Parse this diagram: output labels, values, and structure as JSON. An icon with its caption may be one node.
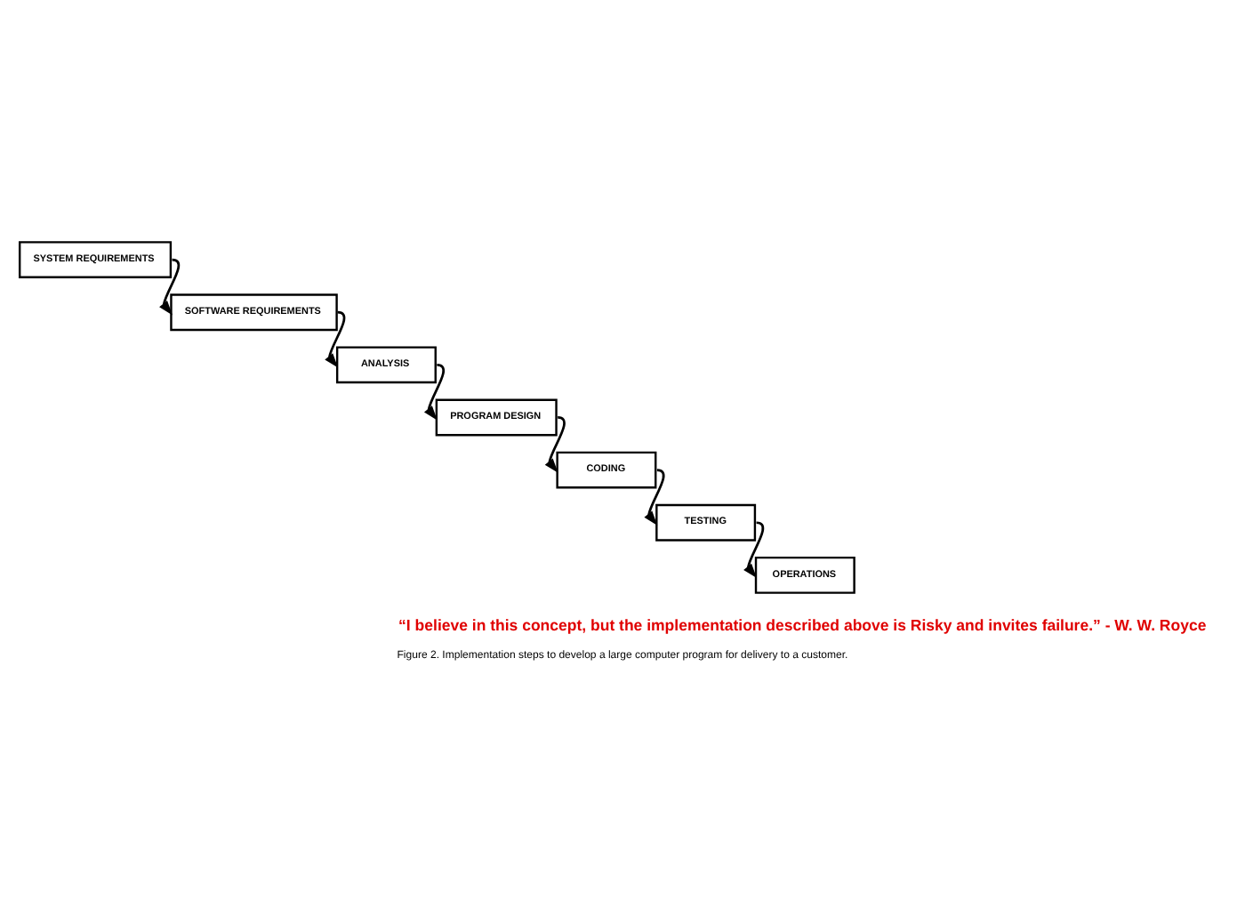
{
  "diagram": {
    "caption": "Figure 2. Implementation steps to develop a large computer program for delivery to a customer.",
    "nodes": [
      {
        "text": [
          "SYSTEM REQUIREMENTS"
        ]
      },
      {
        "text": [
          "SOFTWARE REQUIREMENTS"
        ]
      },
      {
        "text": [
          "ANALYSIS"
        ]
      },
      {
        "text": [
          "PROGRAM DESIGN"
        ]
      },
      {
        "text": [
          "CODING"
        ]
      },
      {
        "text": [
          "TESTING"
        ]
      },
      {
        "text": [
          "OPERATIONS"
        ]
      }
    ],
    "edges": [
      {
        "from": 0,
        "to": 1,
        "arrow": "to"
      },
      {
        "from": 1,
        "to": 2,
        "arrow": "to"
      },
      {
        "from": 2,
        "to": 3,
        "arrow": "to"
      },
      {
        "from": 3,
        "to": 4,
        "arrow": "to"
      },
      {
        "from": 4,
        "to": 5,
        "arrow": "to"
      },
      {
        "from": 5,
        "to": 6,
        "arrow": "to"
      }
    ],
    "labels": [
      "“I believe in this concept, but the implementation described above is Risky and invites failure.” - W. W. Royce"
    ]
  }
}
